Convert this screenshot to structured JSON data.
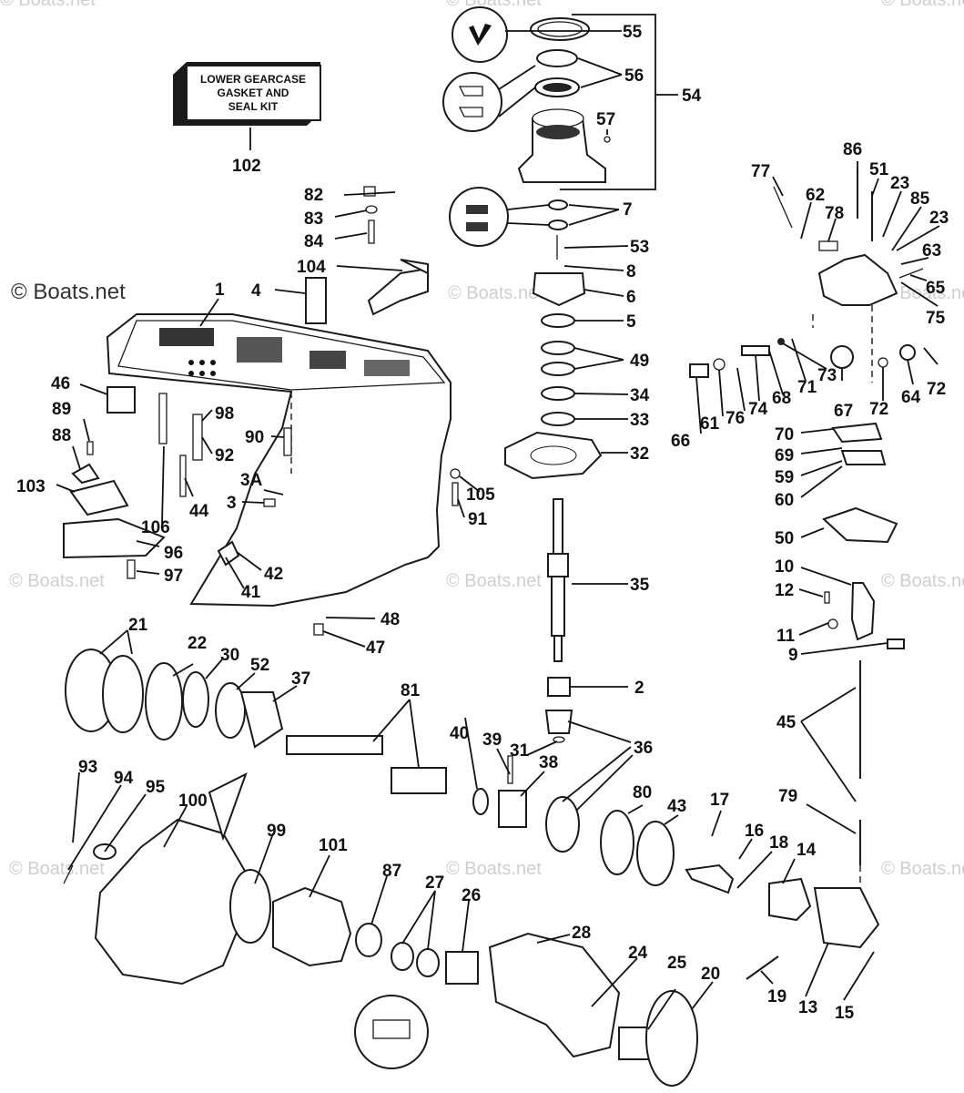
{
  "kit_box": {
    "lines": [
      "LOWER GEARCASE",
      "GASKET AND",
      "SEAL KIT"
    ]
  },
  "watermarks": {
    "main": "© Boats.net",
    "faint": "© Boats.net"
  },
  "part_numbers": {
    "p1": "1",
    "p2": "2",
    "p3": "3",
    "p3a": "3A",
    "p4": "4",
    "p5": "5",
    "p6": "6",
    "p7": "7",
    "p8": "8",
    "p9": "9",
    "p10": "10",
    "p11": "11",
    "p12": "12",
    "p13": "13",
    "p14": "14",
    "p15": "15",
    "p16": "16",
    "p17": "17",
    "p18": "18",
    "p19": "19",
    "p20": "20",
    "p21": "21",
    "p22": "22",
    "p23a": "23",
    "p23b": "23",
    "p24": "24",
    "p25": "25",
    "p26": "26",
    "p27": "27",
    "p28": "28",
    "p30": "30",
    "p31": "31",
    "p32": "32",
    "p33": "33",
    "p34": "34",
    "p35": "35",
    "p36": "36",
    "p37": "37",
    "p38": "38",
    "p39": "39",
    "p40": "40",
    "p41": "41",
    "p42": "42",
    "p43": "43",
    "p44": "44",
    "p45": "45",
    "p46": "46",
    "p47": "47",
    "p48": "48",
    "p49": "49",
    "p50": "50",
    "p51": "51",
    "p52": "52",
    "p53": "53",
    "p54": "54",
    "p55": "55",
    "p56": "56",
    "p57": "57",
    "p59": "59",
    "p60": "60",
    "p61": "61",
    "p62": "62",
    "p63": "63",
    "p64": "64",
    "p65": "65",
    "p66": "66",
    "p67": "67",
    "p68": "68",
    "p69": "69",
    "p70": "70",
    "p71": "71",
    "p72a": "72",
    "p72b": "72",
    "p73": "73",
    "p74": "74",
    "p75": "75",
    "p76": "76",
    "p77": "77",
    "p78": "78",
    "p79": "79",
    "p80": "80",
    "p81": "81",
    "p82": "82",
    "p83": "83",
    "p84": "84",
    "p85": "85",
    "p86": "86",
    "p87": "87",
    "p88": "88",
    "p89": "89",
    "p90": "90",
    "p91": "91",
    "p92": "92",
    "p93": "93",
    "p94": "94",
    "p95": "95",
    "p96": "96",
    "p97": "97",
    "p98": "98",
    "p99": "99",
    "p100": "100",
    "p101": "101",
    "p102": "102",
    "p103": "103",
    "p104": "104",
    "p105": "105",
    "p106": "106"
  }
}
